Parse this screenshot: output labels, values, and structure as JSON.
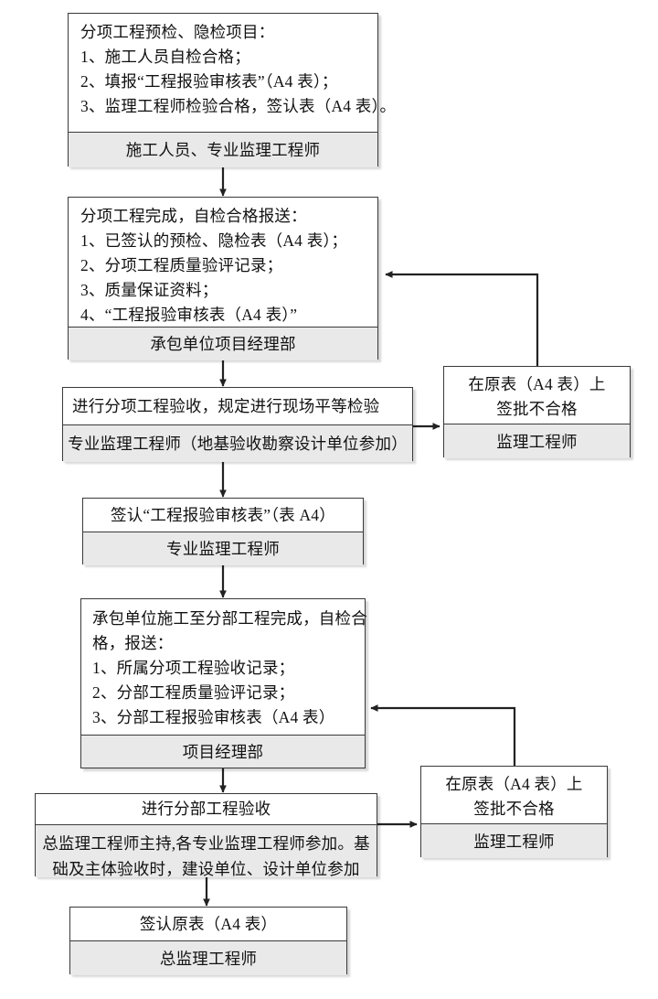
{
  "diagram": {
    "title": "分项/分部工程质量验收监理流程图",
    "type": "flowchart",
    "colors": {
      "border": "#3a3a3a",
      "body_fill": "#ffffff",
      "role_fill": "#e9e9e9",
      "line": "#222222"
    }
  },
  "nodes": {
    "n1": {
      "lines": [
        "分项工程预检、隐检项目：",
        "1、施工人员自检合格；",
        "2、填报“工程报验审核表”（A4 表）；",
        "3、监理工程师检验合格，签认表（A4 表）。"
      ],
      "role": "施工人员、专业监理工程师"
    },
    "n2": {
      "lines": [
        "分项工程完成，自检合格报送：",
        "1、已签认的预检、隐检表（A4 表）；",
        "2、分项工程质量验评记录；",
        "3、质量保证资料；",
        "4、“工程报验审核表（A4 表）”"
      ],
      "role": "承包单位项目经理部"
    },
    "n3": {
      "lines": [
        "进行分项工程验收，规定进行现场平等检验"
      ],
      "role": "专业监理工程师（地基验收勘察设计单位参加）"
    },
    "n4": {
      "lines": [
        "签认“工程报验审核表”（表 A4）"
      ],
      "role": "专业监理工程师"
    },
    "n5": {
      "lines": [
        "承包单位施工至分部工程完成，自检合",
        "格，报送：",
        "1、所属分项工程验收记录；",
        "2、分部工程质量验评记录；",
        "3、分部工程报验审核表（A4 表）"
      ],
      "role": "项目经理部"
    },
    "n6": {
      "lines": [
        "进行分部工程验收"
      ],
      "role_lines": [
        "总监理工程师主持,各专业监理工程师参加。基",
        "础及主体验收时，建设单位、设计单位参加"
      ]
    },
    "n7": {
      "lines": [
        "签认原表（A4 表）"
      ],
      "role": "总监理工程师"
    },
    "r1": {
      "lines": [
        "在原表（A4 表）上",
        "签批不合格"
      ],
      "role": "监理工程师"
    },
    "r2": {
      "lines": [
        "在原表（A4 表）上",
        "签批不合格"
      ],
      "role": "监理工程师"
    }
  },
  "edges": [
    {
      "name": "n1-to-n2",
      "from": "n1",
      "to": "n2",
      "kind": "down-arrow"
    },
    {
      "name": "n2-to-n3",
      "from": "n2",
      "to": "n3",
      "kind": "down-arrow"
    },
    {
      "name": "n3-to-r1",
      "from": "n3",
      "to": "r1",
      "kind": "right-arrow"
    },
    {
      "name": "r1-to-n2",
      "from": "r1",
      "to": "n2",
      "kind": "feedback-up-left"
    },
    {
      "name": "n3-to-n4",
      "from": "n3",
      "to": "n4",
      "kind": "down-arrow"
    },
    {
      "name": "n4-to-n5",
      "from": "n4",
      "to": "n5",
      "kind": "down-arrow"
    },
    {
      "name": "n5-to-n6",
      "from": "n5",
      "to": "n6",
      "kind": "down-arrow"
    },
    {
      "name": "n6-to-r2",
      "from": "n6",
      "to": "r2",
      "kind": "right-arrow"
    },
    {
      "name": "r2-to-n5",
      "from": "r2",
      "to": "n5",
      "kind": "feedback-up-left"
    },
    {
      "name": "n6-to-n7",
      "from": "n6",
      "to": "n7",
      "kind": "down-arrow"
    }
  ]
}
